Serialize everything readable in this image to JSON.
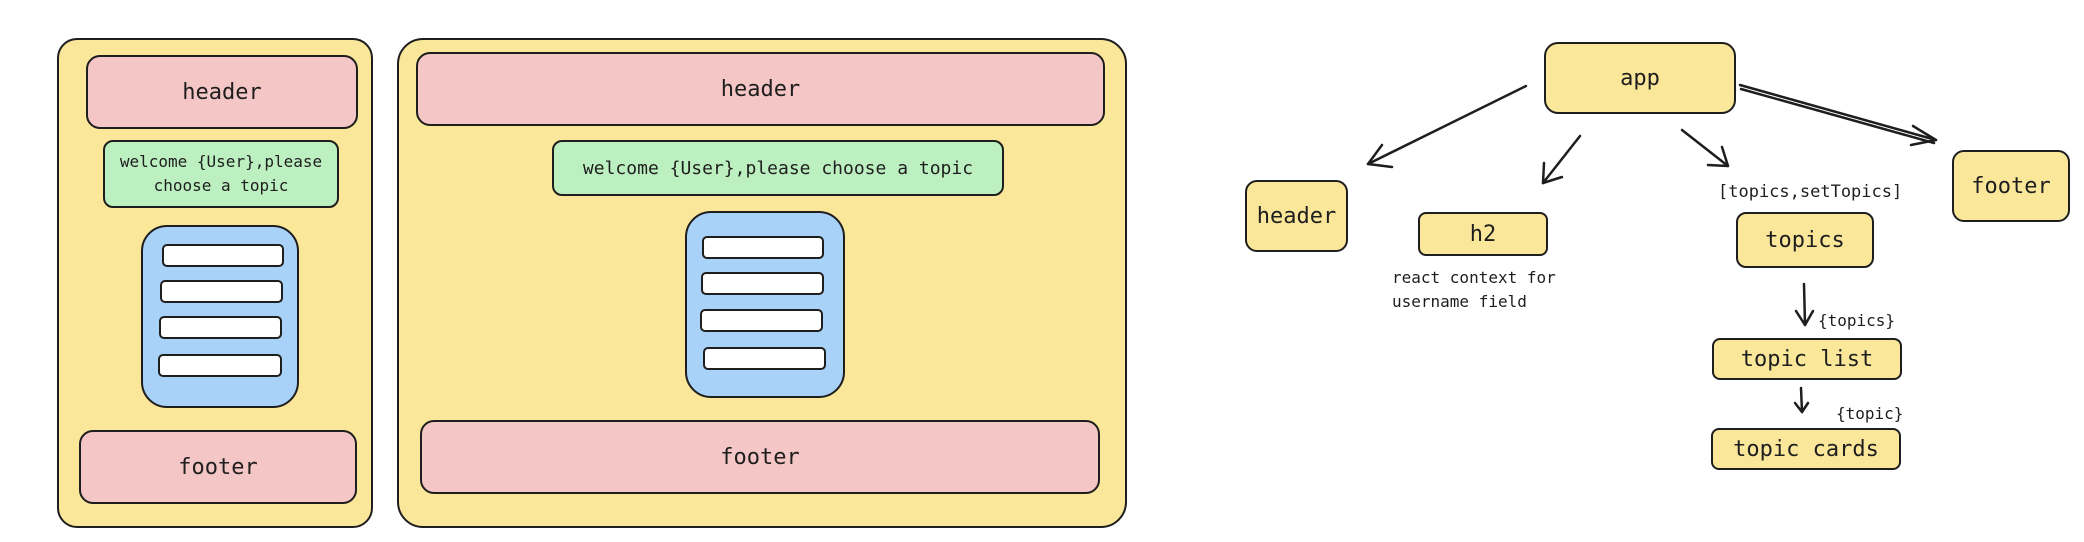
{
  "colors": {
    "container": "#fae79a",
    "header_footer": "#f5c6c6",
    "welcome": "#bdf0c0",
    "list": "#a9d2f8",
    "stroke": "#1e1e1e"
  },
  "mobile": {
    "header": "header",
    "welcome": "welcome {User},please choose a topic",
    "footer": "footer",
    "list_items": 4
  },
  "desktop": {
    "header": "header",
    "welcome": "welcome {User},please choose a topic",
    "footer": "footer",
    "list_items": 4
  },
  "tree": {
    "app": "app",
    "header": "header",
    "h2": "h2",
    "h2_note": "react context for\nusername field",
    "topics": "topics",
    "topics_state": "[topics,setTopics]",
    "footer": "footer",
    "topic_list": "topic list",
    "topics_prop": "{topics}",
    "topic_cards": "topic cards",
    "topic_prop": "{topic}"
  }
}
